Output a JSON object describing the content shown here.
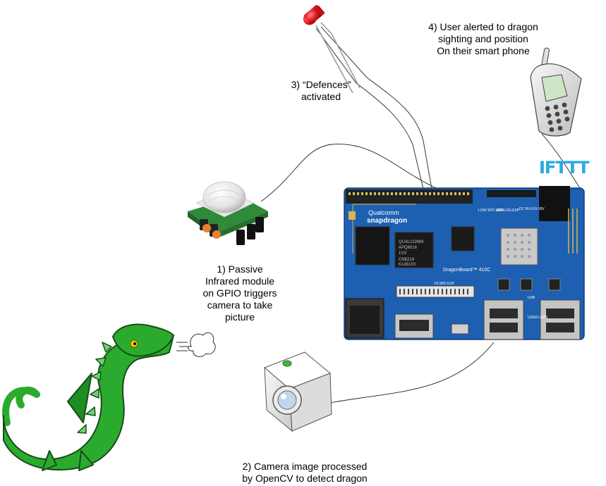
{
  "steps": {
    "pir": "1) Passive\nInfrared module\non GPIO triggers\ncamera to take\npicture",
    "camera": "2) Camera image processed\nby OpenCV to detect dragon",
    "defences": "3) “Defences”\nactivated",
    "alert": "4) User alerted to dragon\nsighting and position\nOn their smart phone"
  },
  "ifttt_logo": "IFTTT",
  "board": {
    "brand_top": "Qualcomm",
    "brand_bottom": "snapdragon",
    "name": "DragonBoard™ 410C",
    "chip_line1": "QUALCOMM",
    "chip_line2": "APQ8016",
    "chip_line3": "1VV",
    "mem_line1": "CN8214",
    "mem_line2": "K145100",
    "ls_exp": "LOW SPD\nEXP",
    "hs_exp": "HI SPD EXP",
    "analog_exp": "ANALOG EXP",
    "dc_in": "DC IN\n6.5V-18V",
    "usb": "USB",
    "user_leds": "USER\nLEDS"
  },
  "colors": {
    "board": "#1d5fb0",
    "dragon": "#2bab2e",
    "led": "#e4161b",
    "ifttt": "#29abe2"
  }
}
